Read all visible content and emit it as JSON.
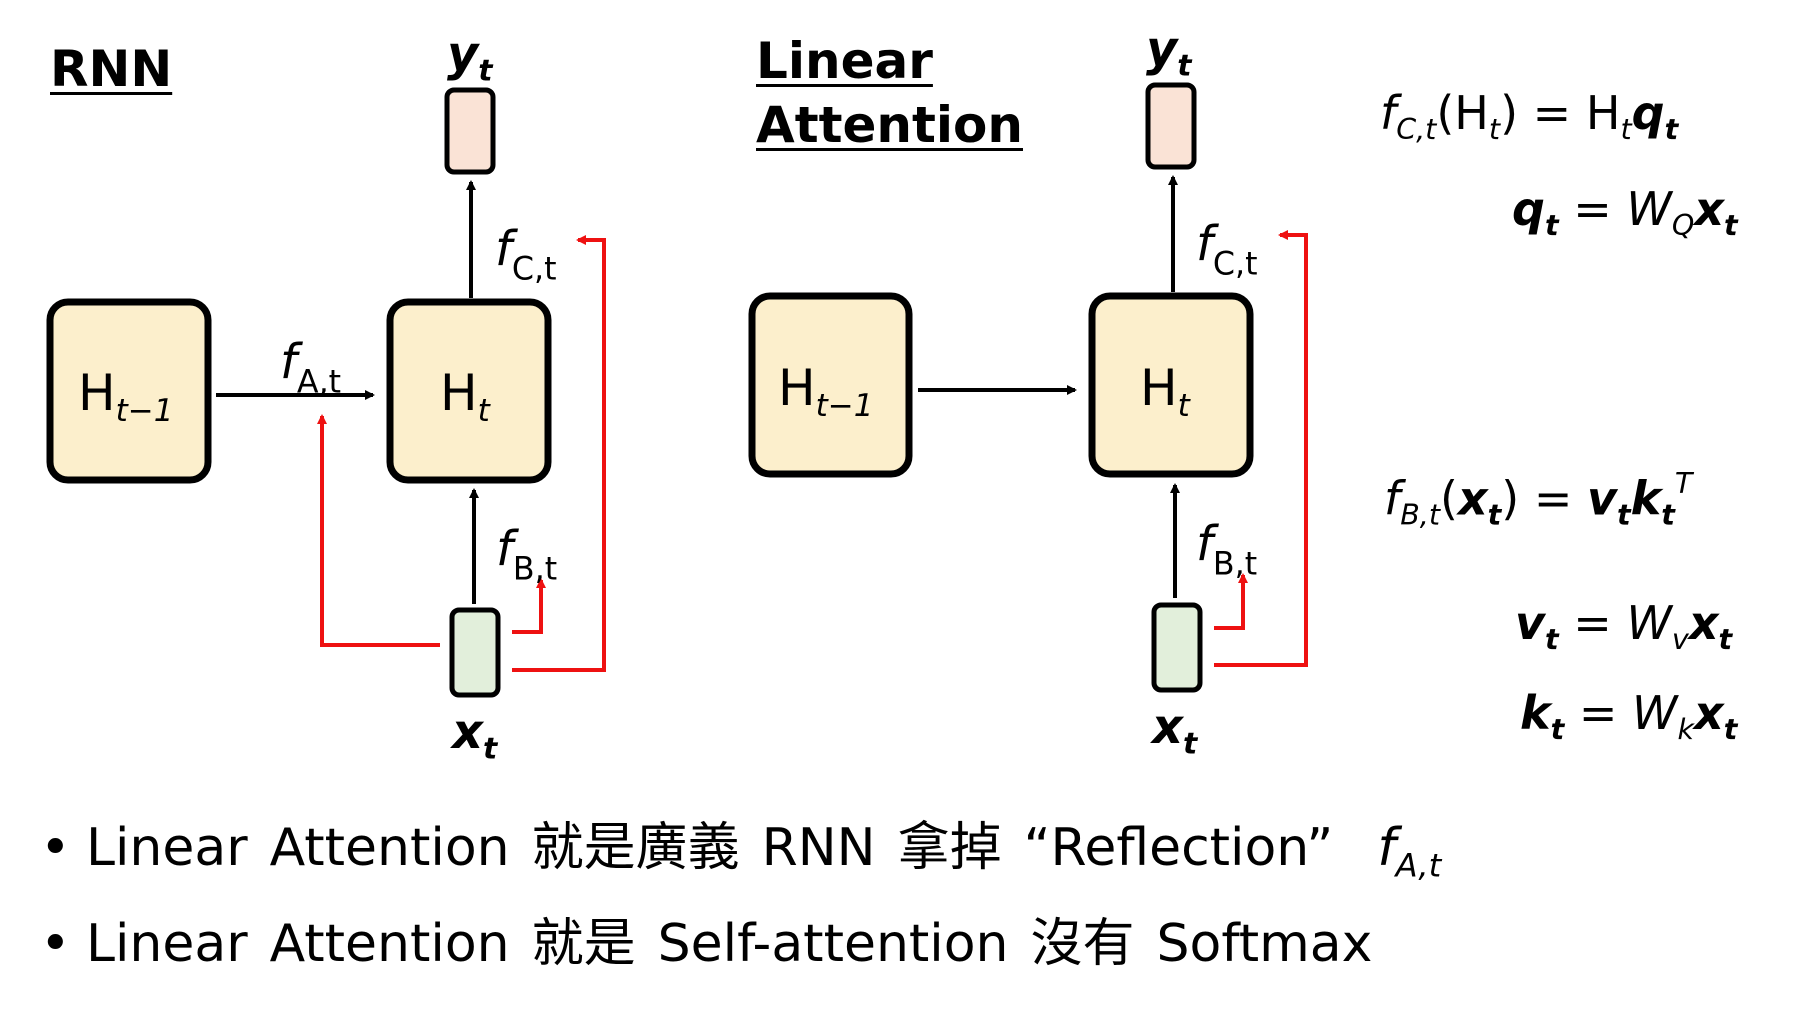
{
  "colors": {
    "box_fill": "#fcefcc",
    "output_fill": "#fae3d6",
    "input_fill": "#e2efdb",
    "red_arrow": "#ee1111",
    "black": "#000000"
  },
  "rnn": {
    "heading": "RNN",
    "prev_state": {
      "base": "H",
      "sub": "t−1"
    },
    "state": {
      "base": "H",
      "sub": "t"
    },
    "output": {
      "base": "y",
      "sub": "t"
    },
    "input": {
      "base": "x",
      "sub": "t"
    },
    "f_a": {
      "f": "f",
      "sub": "A,t"
    },
    "f_b": {
      "f": "f",
      "sub": "B,t"
    },
    "f_c": {
      "f": "f",
      "sub": "C,t"
    }
  },
  "linear": {
    "heading_line1": "Linear",
    "heading_line2": "Attention",
    "prev_state": {
      "base": "H",
      "sub": "t−1"
    },
    "state": {
      "base": "H",
      "sub": "t"
    },
    "output": {
      "base": "y",
      "sub": "t"
    },
    "input": {
      "base": "x",
      "sub": "t"
    },
    "f_b": {
      "f": "f",
      "sub": "B,t"
    },
    "f_c": {
      "f": "f",
      "sub": "C,t"
    }
  },
  "equations": {
    "fc": {
      "f": "f",
      "f_sub": "C,t",
      "open": "(H",
      "arg_sub": "t",
      "close": ")",
      "eq": "=",
      "H": "H",
      "H_sub": "t",
      "q": "q",
      "q_sub": "t"
    },
    "q": {
      "q": "q",
      "q_sub": "t",
      "eq": "=",
      "W": "W",
      "W_sub": "Q",
      "x": "x",
      "x_sub": "t"
    },
    "fb": {
      "f": "f",
      "f_sub": "B,t",
      "open": "(",
      "x": "x",
      "x_sub": "t",
      "close": ")",
      "eq": "=",
      "v": "v",
      "v_sub": "t",
      "k": "k",
      "k_sub": "t",
      "T": "T"
    },
    "v": {
      "v": "v",
      "v_sub": "t",
      "eq": "=",
      "W": "W",
      "W_sub": "v",
      "x": "x",
      "x_sub": "t"
    },
    "k": {
      "k": "k",
      "k_sub": "t",
      "eq": "=",
      "W": "W",
      "W_sub": "k",
      "x": "x",
      "x_sub": "t"
    }
  },
  "bullets": {
    "dot": "•",
    "b1_words": [
      "Linear",
      "Attention",
      "就是廣義",
      "RNN",
      "拿掉",
      "“Reflection”"
    ],
    "b1_f": {
      "f": "f",
      "sub": "A,t"
    },
    "b2_words": [
      "Linear",
      "Attention",
      "就是",
      "Self-attention",
      "沒有",
      "Softmax"
    ]
  }
}
